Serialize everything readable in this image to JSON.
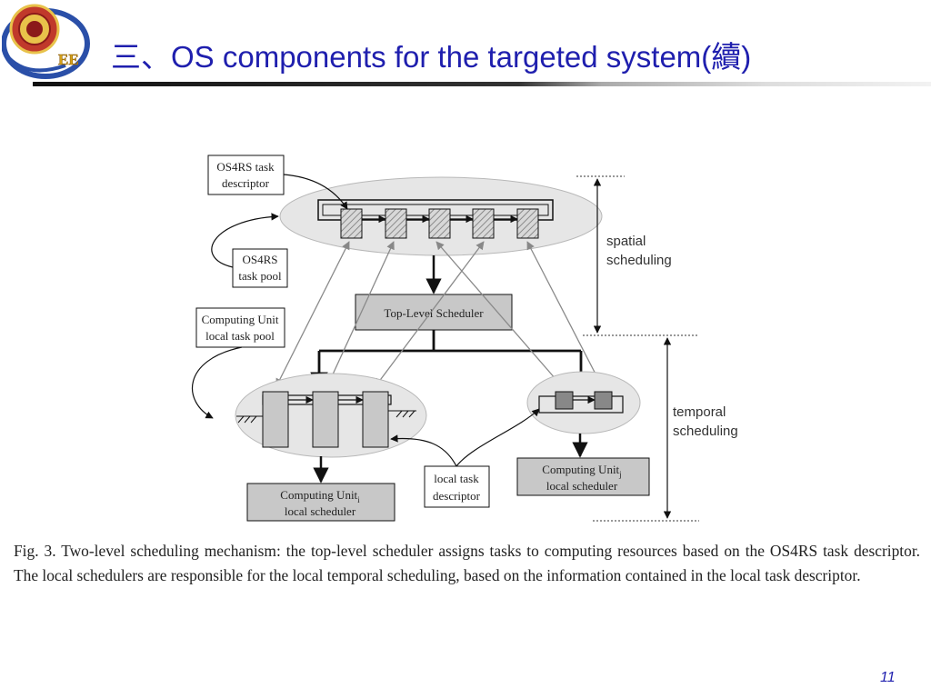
{
  "slide": {
    "title": "三、OS components for the targeted system(續)",
    "logo_text": "EE",
    "page_number": "11"
  },
  "diagram": {
    "labels": {
      "os4rs_task_descriptor": [
        "OS4RS task",
        "descriptor"
      ],
      "os4rs_task_pool": [
        "OS4RS",
        "task pool"
      ],
      "cu_local_task_pool": [
        "Computing Unit",
        "local task pool"
      ],
      "top_level_scheduler": "Top-Level Scheduler",
      "local_task_descriptor": [
        "local task",
        "descriptor"
      ],
      "cu_i_scheduler": [
        "Computing Unit",
        "local scheduler"
      ],
      "cu_i_subscript": "i",
      "cu_j_scheduler": [
        "Computing Unit",
        "local scheduler"
      ],
      "cu_j_subscript": "j",
      "spatial_scheduling": [
        "spatial",
        "scheduling"
      ],
      "temporal_scheduling": [
        "temporal",
        "scheduling"
      ]
    }
  },
  "caption": "Fig. 3. Two-level scheduling mechanism: the top-level scheduler assigns tasks to computing resources based on the OS4RS task descriptor. The local schedulers are responsible for the local temporal scheduling, based on the information contained in the local task descriptor.",
  "colors": {
    "title": "#1f1fae",
    "ellipse": "#e6e6e6",
    "box_fill": "#c8c8c8",
    "dark_box": "#888888"
  }
}
